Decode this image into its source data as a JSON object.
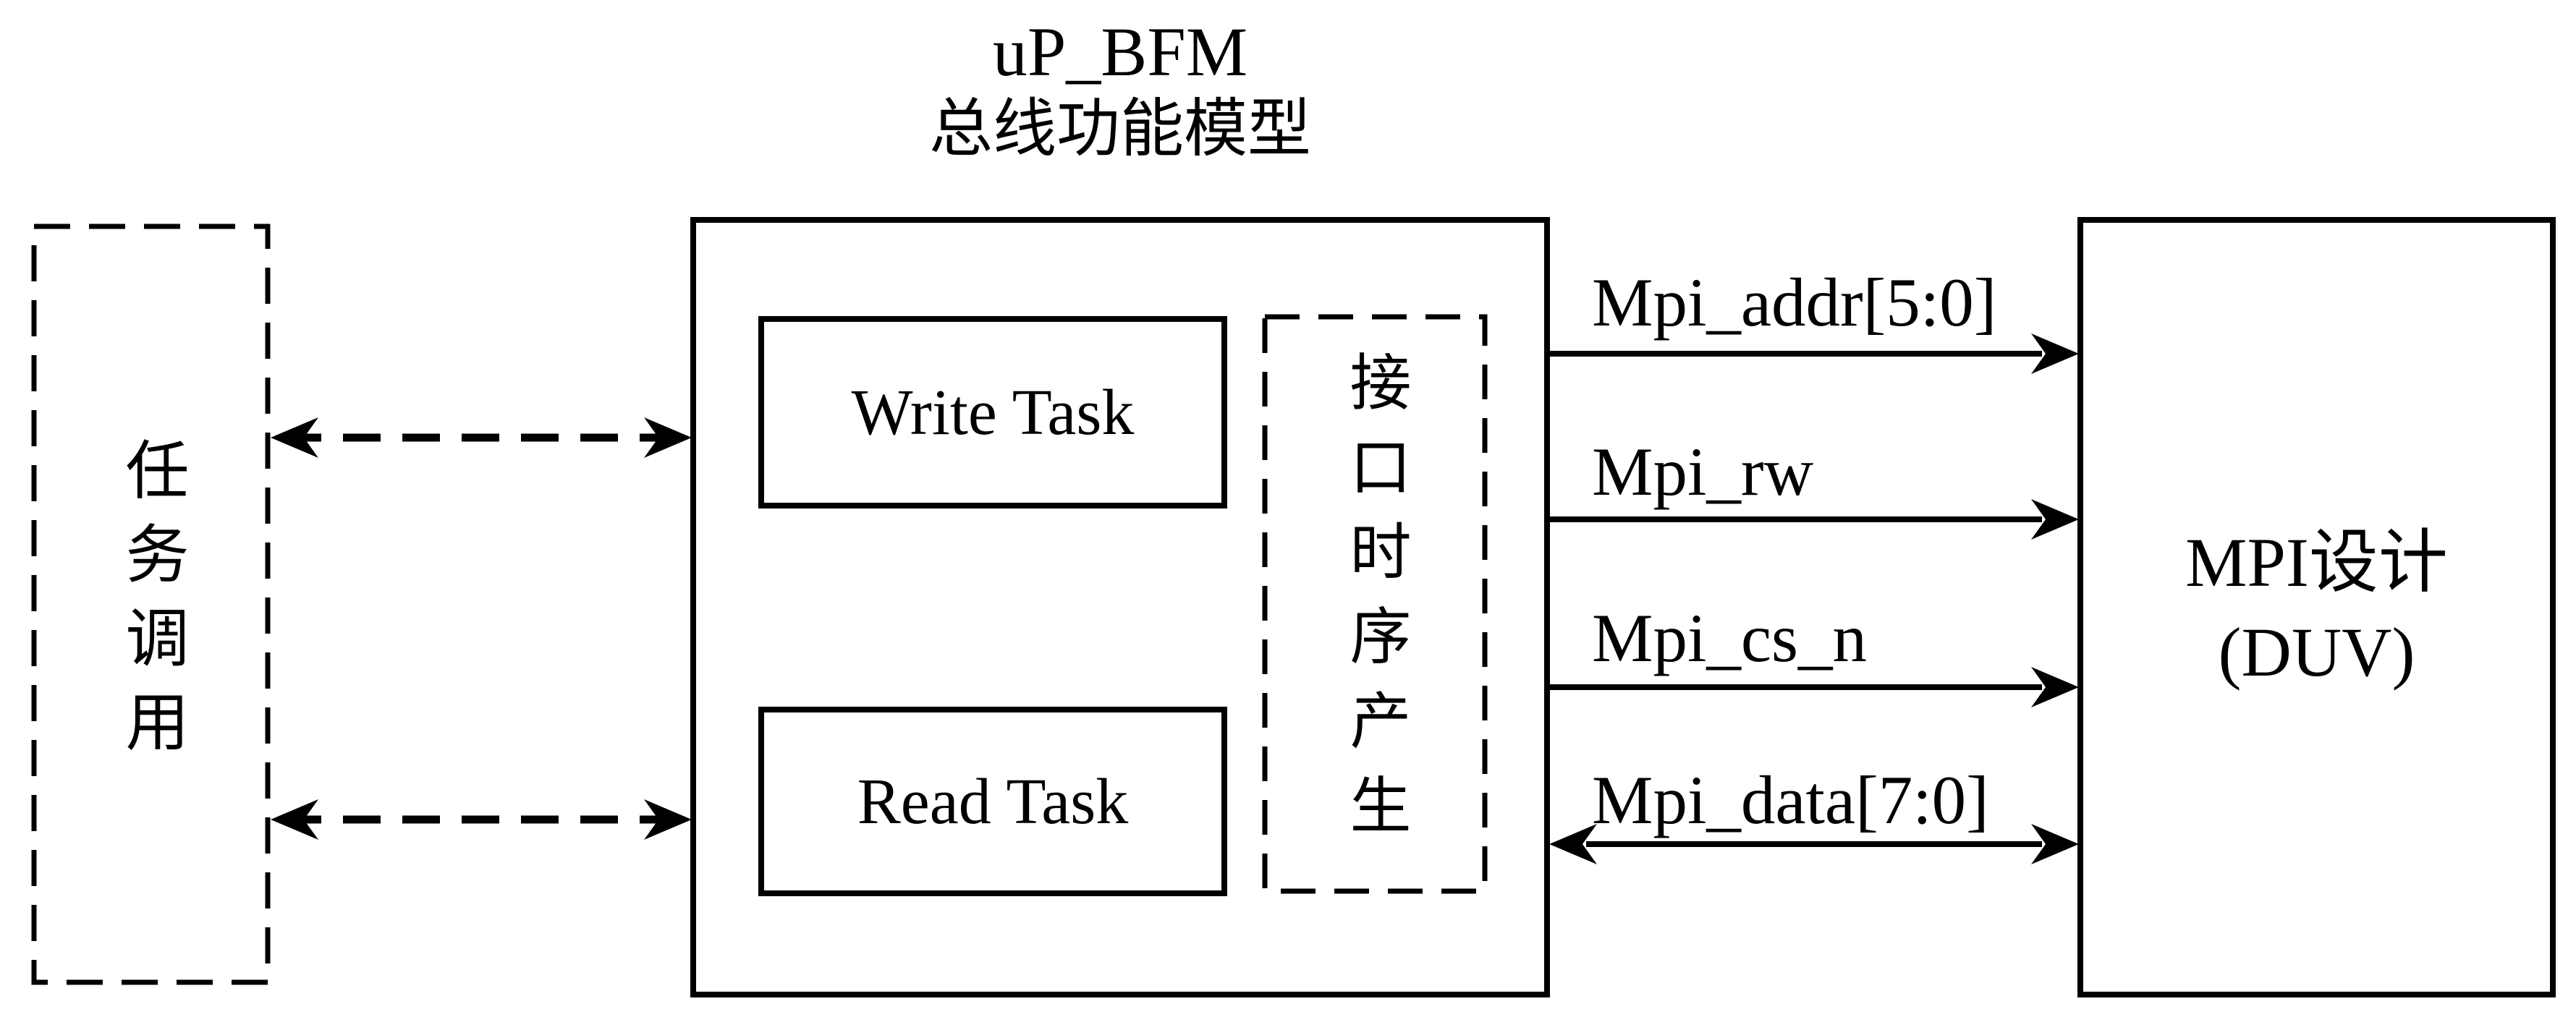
{
  "diagram": {
    "colors": {
      "stroke": "#000000",
      "background": "#ffffff"
    },
    "title": {
      "line1": "uP_BFM",
      "line2": "总线功能模型"
    },
    "task_call_box": {
      "label": "任务调用",
      "style": "dashed"
    },
    "bfm": {
      "write_task_label": "Write Task",
      "read_task_label": "Read Task",
      "timing_label": "接口时序产生",
      "timing_box_style": "dashed"
    },
    "duv": {
      "line1": "MPI设计",
      "line2": "(DUV)"
    },
    "task_connectors": [
      {
        "from": "task_call_box",
        "to": "bfm",
        "direction": "bidirectional",
        "style": "dashed"
      },
      {
        "from": "task_call_box",
        "to": "bfm",
        "direction": "bidirectional",
        "style": "dashed"
      }
    ],
    "signals": [
      {
        "name": "Mpi_addr[5:0]",
        "direction": "to_duv"
      },
      {
        "name": "Mpi_rw",
        "direction": "to_duv"
      },
      {
        "name": "Mpi_cs_n",
        "direction": "to_duv"
      },
      {
        "name": "Mpi_data[7:0]",
        "direction": "bidirectional"
      }
    ]
  }
}
